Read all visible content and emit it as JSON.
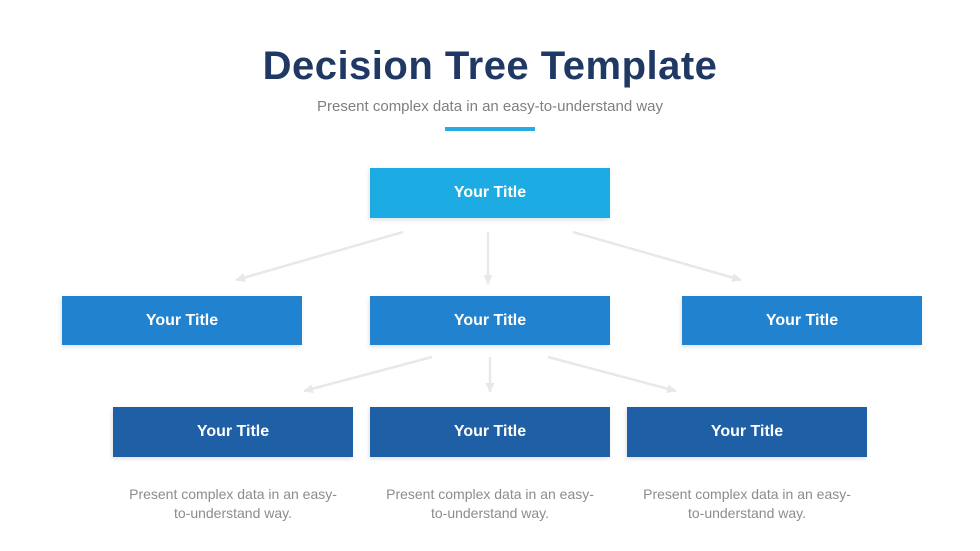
{
  "header": {
    "title": "Decision Tree Template",
    "subtitle": "Present complex data in an easy-to-understand way"
  },
  "tree": {
    "root": {
      "label": "Your Title"
    },
    "branches": [
      {
        "label": "Your Title"
      },
      {
        "label": "Your Title"
      },
      {
        "label": "Your Title"
      }
    ],
    "leaves": [
      {
        "label": "Your Title",
        "caption": "Present complex data in an easy-to-understand way."
      },
      {
        "label": "Your Title",
        "caption": "Present complex data in an easy-to-understand way."
      },
      {
        "label": "Your Title",
        "caption": "Present complex data in an easy-to-understand way."
      }
    ]
  },
  "colors": {
    "background": "#FFFFFF",
    "title_text": "#1F3864",
    "subtitle_text": "#7F7F7F",
    "divider": "#29ABE2",
    "root_box": "#1CACE3",
    "branch_box": "#2183D0",
    "leaf_box": "#1F5FA5",
    "box_label": "#FFFFFF",
    "caption_text": "#8C8C8C",
    "arrow": "#E8E8E8"
  }
}
